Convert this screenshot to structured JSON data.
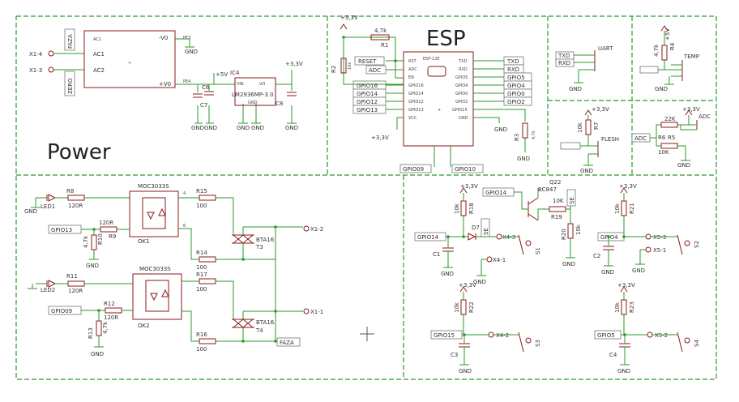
{
  "titles": {
    "power": "Power",
    "esp": "ESP"
  },
  "power_section": {
    "module_pins": [
      "FAZA",
      "ZERO",
      "X1-4",
      "X1-3",
      "AC1",
      "AC2",
      "-V0",
      "+V0"
    ],
    "ic": "IC4",
    "ic_part": "LM2936MP-3.0",
    "ic_pins": [
      "VIN",
      "VO",
      "GND"
    ],
    "caps": [
      "C6",
      "C7",
      "C8"
    ],
    "vcc": "+3,3V",
    "v5": "+5V",
    "gnd": "GND"
  },
  "esp_section": {
    "module": "ESP-12E",
    "r1": "R1",
    "r1_val": "4,7k",
    "r2": "R2",
    "r2_val": "10k",
    "r3": "R3",
    "r3_val": "4,7k",
    "left_nets": [
      "RESET",
      "ADC",
      "GPIO16",
      "GPIO14",
      "GPIO12",
      "GPIO13"
    ],
    "left_pins": [
      "RST",
      "ADC",
      "EN",
      "GPIO16",
      "GPIO14",
      "GPIO12",
      "GPIO13",
      "VCC"
    ],
    "right_pins": [
      "TXD",
      "RXD",
      "GPIO5",
      "GPIO4",
      "GPIO0",
      "GPIO2",
      "GPIO15",
      "GND"
    ],
    "right_nets": [
      "TXD",
      "RXD",
      "GPIO5",
      "GPIO4",
      "GPIO0",
      "GPIO2"
    ],
    "bottom_nets": [
      "GPIO09",
      "GPIO10"
    ],
    "vcc": "+3,3V",
    "gnd": "GND"
  },
  "uart": {
    "title": "UART",
    "nets": [
      "TXD",
      "RXD"
    ],
    "gnd": "GND"
  },
  "temp": {
    "title": "TEMP",
    "r": "R4",
    "r_val": "4,7k",
    "v5": "+5V",
    "gnd": "GND"
  },
  "flesh": {
    "title": "FLESH",
    "r": "R7",
    "r_val": "10k",
    "vcc": "+3,3V",
    "gnd": "GND"
  },
  "adc": {
    "title": "ADC",
    "net": "ADC",
    "r5": "R5",
    "r5_val": "22K",
    "r6": "R6",
    "r6_val": "10K",
    "vcc": "+3,3V",
    "gnd": "GND"
  },
  "triac_section": {
    "opto": "MOC3033S",
    "ok1": "OK1",
    "ok2": "OK2",
    "led1": "LED1",
    "led2": "LED2",
    "r8": "R8",
    "r8_val": "120R",
    "r9": "R9",
    "r9_val": "120R",
    "r10": "R10",
    "r10_val": "4,7k",
    "r11": "R11",
    "r11_val": "120R",
    "r12": "R12",
    "r12_val": "120R",
    "r13": "R13",
    "r13_val": "4,7k",
    "r14": "R14",
    "r15": "R15",
    "r16": "R16",
    "r17": "R17",
    "r100": "100",
    "t3": "T3",
    "t4": "T4",
    "triac": "BTA16",
    "x12": "X1-2",
    "x11": "X1-1",
    "gpio13": "GPIO13",
    "gpio09": "GPIO09",
    "faza": "FAZA",
    "gnd": "GND"
  },
  "switch_section": {
    "q": "Q22",
    "q_part": "BC847",
    "r18": "R18",
    "r19": "R19",
    "r20": "R20",
    "r21": "R21",
    "r22": "R22",
    "r23": "R23",
    "r10k": "10k",
    "r10K": "10K",
    "d7": "D7",
    "se": "SE",
    "c1": "C1",
    "c2": "C2",
    "c3": "C3",
    "c4": "C4",
    "gpio14": "GPIO14",
    "gpio4": "GPIO4",
    "gpio15": "GPIO15",
    "gpio5": "GPIO5",
    "x43": "X4-3",
    "x41": "X4-1",
    "x42": "X4-2",
    "x53": "X5-3",
    "x51": "X5-1",
    "x52": "X5-2",
    "s1": "S1",
    "s2": "S2",
    "s3": "S3",
    "s4": "S4",
    "vcc": "+3,3V",
    "gnd": "GND"
  }
}
